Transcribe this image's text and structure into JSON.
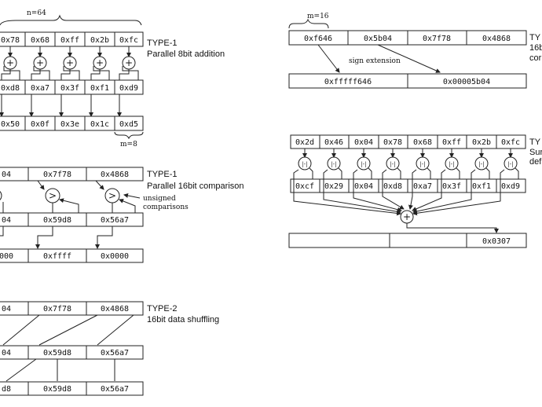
{
  "diagrams": {
    "add8": {
      "width_label": "n=64",
      "type_label": "TYPE-1",
      "desc": "Parallel 8bit addition",
      "row1": [
        "0x78",
        "0x68",
        "0xff",
        "0x2b",
        "0xfc"
      ],
      "row2": [
        "0xd8",
        "0xa7",
        "0x3f",
        "0xf1",
        "0xd9"
      ],
      "row3": [
        "0x50",
        "0x0f",
        "0x3e",
        "0x1c",
        "0xd5"
      ],
      "op": "+",
      "element_label": "m=8"
    },
    "cmp16": {
      "type_label": "TYPE-1",
      "desc": "Parallel 16bit comparison",
      "note": [
        "unsigned",
        "comparisons"
      ],
      "row1": [
        "04",
        "0x7f78",
        "0x4868"
      ],
      "row2": [
        "04",
        "0x59d8",
        "0x56a7"
      ],
      "row3": [
        "000",
        "0xffff",
        "0x0000"
      ],
      "op": ">"
    },
    "shuf16": {
      "type_label": "TYPE-2",
      "desc": "16bit data shuffling",
      "row1": [
        "04",
        "0x7f78",
        "0x4868"
      ],
      "row2": [
        "04",
        "0x59d8",
        "0x56a7"
      ],
      "row3": [
        "d8",
        "0x59d8",
        "0x56a7"
      ]
    },
    "signext": {
      "width_label": "m=16",
      "type_label": "TY",
      "desc_fragments": [
        "16b",
        "cor"
      ],
      "row1": [
        "0xf646",
        "0x5b04",
        "0x7f78",
        "0x4868"
      ],
      "note": "sign extension",
      "row2": [
        "0xfffff646",
        "0x00005b04"
      ]
    },
    "sad": {
      "type_label": "TY",
      "desc_fragments": [
        "Sur",
        "def"
      ],
      "row1": [
        "0x2d",
        "0x46",
        "0x04",
        "0x78",
        "0x68",
        "0xff",
        "0x2b",
        "0xfc"
      ],
      "row2": [
        "0xcf",
        "0x29",
        "0x04",
        "0xd8",
        "0xa7",
        "0x3f",
        "0xf1",
        "0xd9"
      ],
      "abs_op": "|-|",
      "sum_op": "+",
      "result": "0x0307"
    }
  }
}
